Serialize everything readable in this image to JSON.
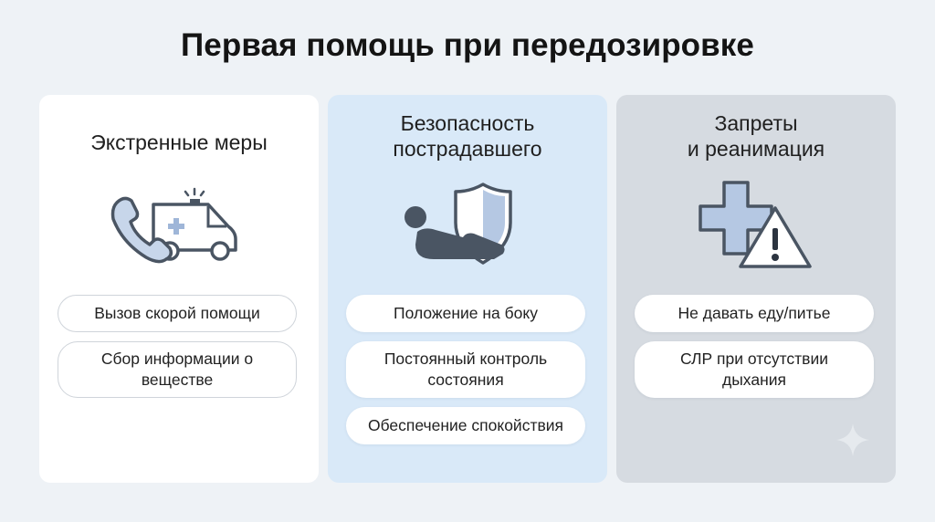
{
  "title": "Первая помощь при передозировке",
  "columns": [
    {
      "title_lines": [
        "Экстренные меры"
      ],
      "icon": "phone-ambulance-icon",
      "items": [
        "Вызов скорой помощи",
        "Сбор информации о веществе"
      ]
    },
    {
      "title_lines": [
        "Безопасность",
        "пострадавшего"
      ],
      "icon": "recovery-position-shield-icon",
      "items": [
        "Положение на боку",
        "Постоянный контроль состояния",
        "Обеспечение спокойствия"
      ]
    },
    {
      "title_lines": [
        "Запреты",
        "и реанимация"
      ],
      "icon": "medical-cross-warning-icon",
      "items": [
        "Не давать еду/питье",
        "СЛР при отсутствии дыхания"
      ]
    }
  ],
  "colors": {
    "background": "#eef2f6",
    "card_1": "#ffffff",
    "card_2": "#d9e9f8",
    "card_3": "#d6dbe1",
    "icon_dark": "#4a5563",
    "icon_light": "#c7d6ea",
    "accent_blue": "#9fb6d8"
  }
}
